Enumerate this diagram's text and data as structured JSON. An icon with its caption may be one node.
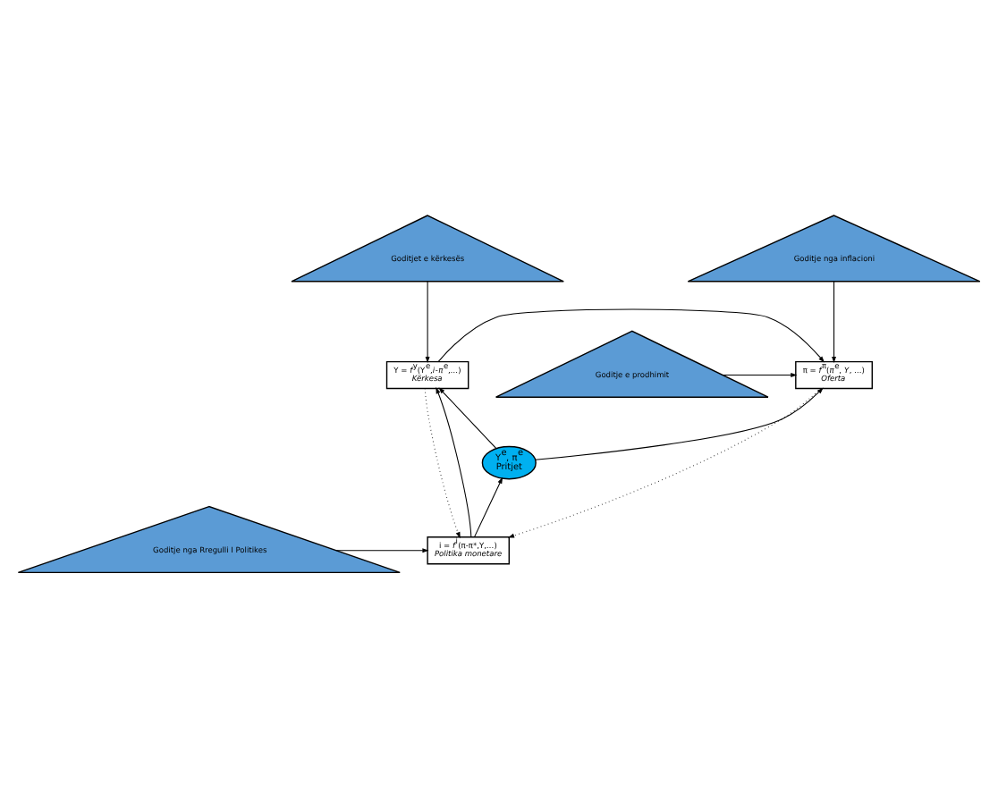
{
  "diagram": {
    "nodes": [
      {
        "text": [
          "Goditjet e kërkesës"
        ]
      },
      {
        "text": [
          "Goditje nga inflacioni"
        ]
      },
      {
        "text": [
          "Y = *f*$^{y}$(Y$^{e}$,*i*-*π*$^{e}$,…)",
          "Kërkesa"
        ]
      },
      {
        "text": [
          "Goditje e prodhimit"
        ]
      },
      {
        "text": [
          "π = *f*$^{π}$(*π*$^{e}$, *Y*, …)",
          "Oferta"
        ]
      },
      {
        "text": [
          "Y$^{e}$, π$^{e}$",
          "Pritjet"
        ]
      },
      {
        "text": [
          "i = *f*$^{i}$(π-π*,Y,…)",
          "Politika monetare"
        ]
      },
      {
        "text": [
          "Goditje nga Rregulli I Politikes"
        ]
      }
    ],
    "edges": [
      {
        "from": 0,
        "to": 2,
        "arrow": "to"
      },
      {
        "from": 1,
        "to": 4,
        "arrow": "to"
      },
      {
        "from": 2,
        "to": 4,
        "arrow": "to"
      },
      {
        "from": 3,
        "to": 4,
        "arrow": "to"
      },
      {
        "from": 5,
        "to": 2,
        "arrow": "to"
      },
      {
        "from": 5,
        "to": 4,
        "arrow": "to"
      },
      {
        "from": 2,
        "to": 6,
        "arrow": "to",
        "style": "dashed"
      },
      {
        "from": 4,
        "to": 6,
        "arrow": "to",
        "style": "dashed"
      },
      {
        "from": 6,
        "to": 2,
        "arrow": "to"
      },
      {
        "from": 6,
        "to": 5,
        "arrow": "to"
      },
      {
        "from": 7,
        "to": 6,
        "arrow": "to"
      }
    ]
  }
}
